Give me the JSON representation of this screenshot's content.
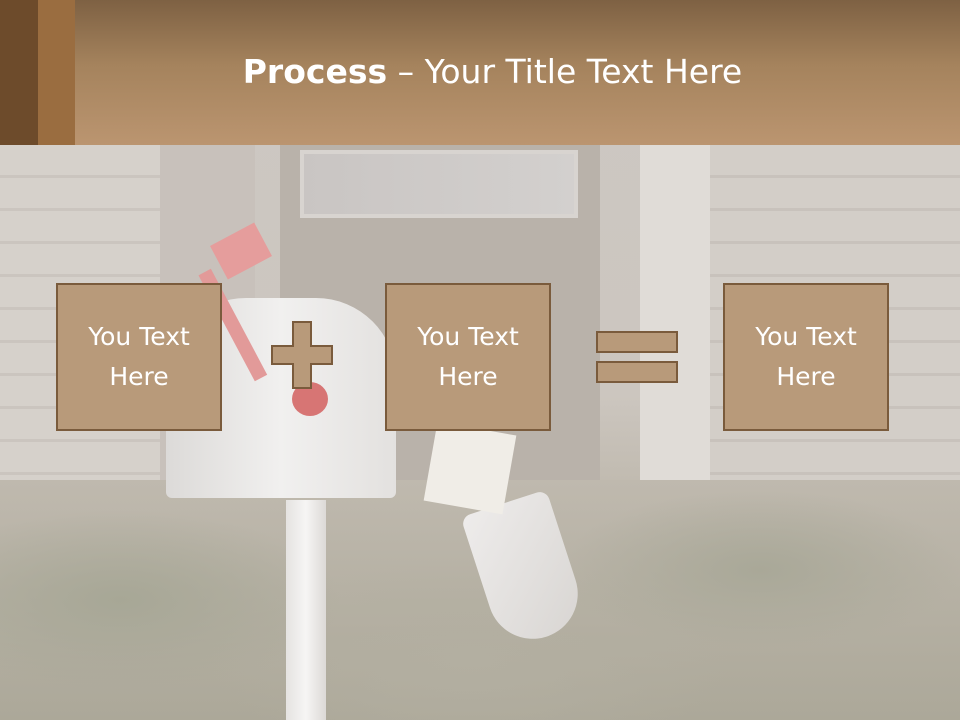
{
  "slide": {
    "title_bold": "Process",
    "title_rest": " – Your Title Text Here",
    "boxes": [
      {
        "text": "You Text\nHere"
      },
      {
        "text": "You Text\nHere"
      },
      {
        "text": "You Text\nHere"
      }
    ],
    "operators": [
      "plus-icon",
      "equals-icon"
    ]
  },
  "colors": {
    "header": "#a5835d",
    "box_fill": "#b89a7a",
    "box_border": "#7a5b3c"
  }
}
